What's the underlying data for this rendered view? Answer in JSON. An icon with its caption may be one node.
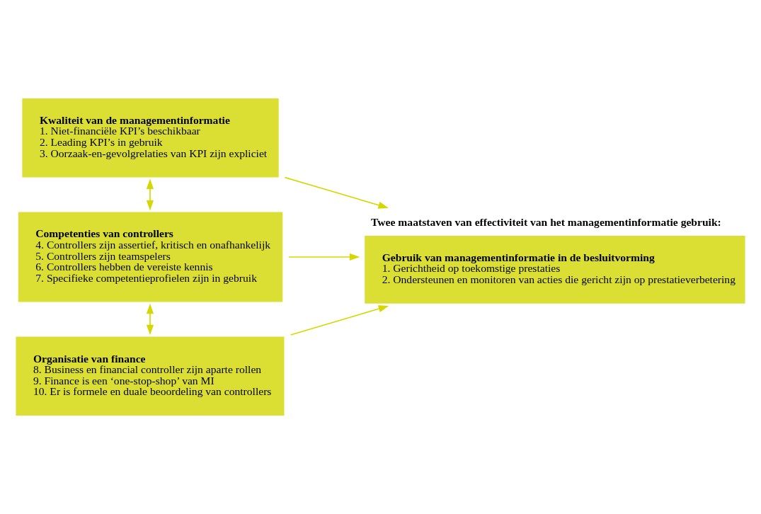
{
  "diagram": {
    "nodes": [
      {
        "text": [
          "Kwaliteit van de managementinformatie",
          "1. Niet-financiële KPI’s beschikbaar",
          "2. Leading KPI’s in gebruik",
          "3. Oorzaak-en-gevolgrelaties van KPI zijn expliciet"
        ]
      },
      {
        "text": [
          "Competenties van controllers",
          "4. Controllers zijn assertief, kritisch en onafhankelijk",
          "5. Controllers zijn teamspelers",
          "6. Controllers hebben de vereiste kennis",
          "7. Specifieke competentieprofielen zijn in gebruik"
        ]
      },
      {
        "text": [
          "Organisatie van finance",
          "8. Business en financial controller zijn aparte rollen",
          "9. Finance is een ‘one-stop-shop’ van MI",
          "10. Er is formele en duale beoordeling van controllers"
        ]
      },
      {
        "text": [
          "Gebruik van managementinformatie in de besluitvorming",
          "1. Gerichtheid op toekomstige prestaties",
          "2. Ondersteunen en monitoren van acties die gericht zijn op prestatieverbetering"
        ],
        "beside": [
          "Twee maatstaven van effectiviteit van het managementinformatie gebruik:"
        ]
      }
    ],
    "edges": [
      {
        "from": 0,
        "to": 1,
        "arrow": "both"
      },
      {
        "from": 1,
        "to": 2,
        "arrow": "both"
      },
      {
        "from": 0,
        "to": 3,
        "arrow": "to"
      },
      {
        "from": 1,
        "to": 3,
        "arrow": "to"
      },
      {
        "from": 2,
        "to": 3,
        "arrow": "to"
      }
    ]
  }
}
